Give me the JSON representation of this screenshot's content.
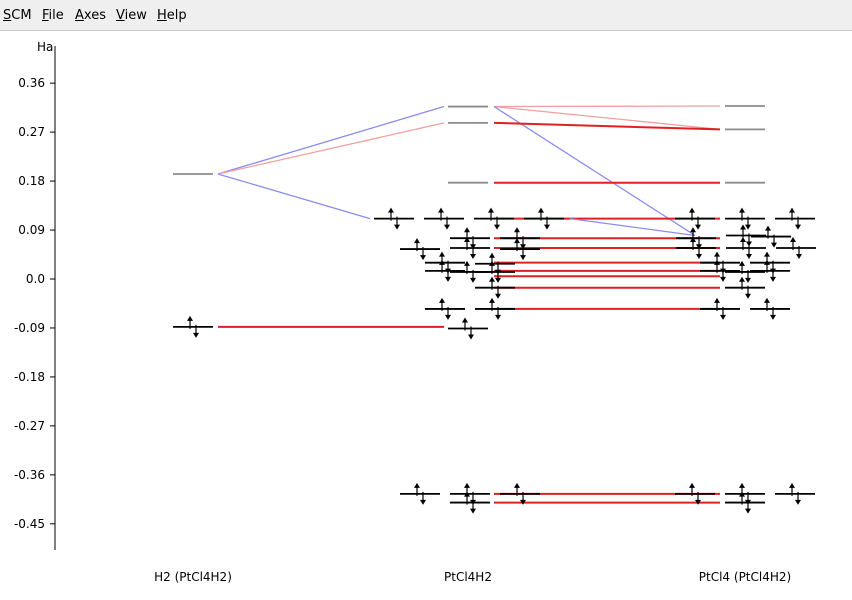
{
  "menu": [
    {
      "label": "SCM",
      "underline": "S"
    },
    {
      "label": "File",
      "underline": "F"
    },
    {
      "label": "Axes",
      "underline": "A"
    },
    {
      "label": "View",
      "underline": "V"
    },
    {
      "label": "Help",
      "underline": "H"
    }
  ],
  "chart_data": {
    "type": "orbital-correlation-diagram",
    "unit_label": "Ha",
    "y_ticks": [
      "0.36",
      "0.27",
      "0.18",
      "0.09",
      "0.0",
      "-0.09",
      "-0.18",
      "-0.27",
      "-0.36",
      "-0.45"
    ],
    "columns": [
      "H2 (PtCl4H2)",
      "PtCl4H2",
      "PtCl4 (PtCl4H2)"
    ],
    "colors": {
      "occupied": "#000000",
      "virtual": "#8c8c8c",
      "corr_strong": "#e02020",
      "corr_weak": "#f0a0a0",
      "corr_blue": "#8c8cee"
    },
    "levels": {
      "h2": [
        {
          "energy": 0.193,
          "occ": false
        },
        {
          "energy": -0.088,
          "occ": true
        }
      ],
      "center": [
        {
          "energy": 0.317,
          "occ": false
        },
        {
          "energy": 0.287,
          "occ": false
        },
        {
          "energy": 0.177,
          "occ": false
        },
        {
          "energy": 0.111,
          "occ": true
        },
        {
          "energy": 0.111,
          "occ": true
        },
        {
          "energy": 0.111,
          "occ": true
        },
        {
          "energy": 0.111,
          "occ": true
        },
        {
          "energy": 0.075,
          "occ": true
        },
        {
          "energy": 0.075,
          "occ": true
        },
        {
          "energy": 0.055,
          "occ": true
        },
        {
          "energy": 0.057,
          "occ": true
        },
        {
          "energy": 0.055,
          "occ": true
        },
        {
          "energy": 0.03,
          "occ": true
        },
        {
          "energy": 0.028,
          "occ": true
        },
        {
          "energy": 0.015,
          "occ": true
        },
        {
          "energy": 0.013,
          "occ": true
        },
        {
          "energy": 0.013,
          "occ": true
        },
        {
          "energy": -0.016,
          "occ": true
        },
        {
          "energy": -0.055,
          "occ": true
        },
        {
          "energy": -0.055,
          "occ": true
        },
        {
          "energy": -0.091,
          "occ": true
        },
        {
          "energy": -0.395,
          "occ": true
        },
        {
          "energy": -0.395,
          "occ": true
        },
        {
          "energy": -0.395,
          "occ": true
        },
        {
          "energy": -0.411,
          "occ": true
        }
      ],
      "ptcl4": [
        {
          "energy": 0.318,
          "occ": false
        },
        {
          "energy": 0.275,
          "occ": false
        },
        {
          "energy": 0.177,
          "occ": false
        },
        {
          "energy": 0.111,
          "occ": true
        },
        {
          "energy": 0.111,
          "occ": true
        },
        {
          "energy": 0.111,
          "occ": true
        },
        {
          "energy": 0.075,
          "occ": true
        },
        {
          "energy": 0.08,
          "occ": true
        },
        {
          "energy": 0.078,
          "occ": true
        },
        {
          "energy": 0.057,
          "occ": true
        },
        {
          "energy": 0.057,
          "occ": true
        },
        {
          "energy": 0.057,
          "occ": true
        },
        {
          "energy": 0.03,
          "occ": true
        },
        {
          "energy": 0.03,
          "occ": true
        },
        {
          "energy": 0.015,
          "occ": true
        },
        {
          "energy": 0.015,
          "occ": true
        },
        {
          "energy": 0.013,
          "occ": true
        },
        {
          "energy": -0.016,
          "occ": true
        },
        {
          "energy": -0.055,
          "occ": true
        },
        {
          "energy": -0.055,
          "occ": true
        },
        {
          "energy": -0.395,
          "occ": true
        },
        {
          "energy": -0.395,
          "occ": true
        },
        {
          "energy": -0.395,
          "occ": true
        },
        {
          "energy": -0.411,
          "occ": true
        }
      ]
    },
    "correlations": [
      {
        "from": "h2",
        "e1": 0.193,
        "to": "center",
        "e2": 0.317,
        "color": "corr_blue"
      },
      {
        "from": "h2",
        "e1": 0.193,
        "to": "center",
        "e2": 0.287,
        "color": "corr_weak"
      },
      {
        "from": "h2",
        "e1": 0.193,
        "to": "center",
        "e2": 0.111,
        "color": "corr_blue"
      },
      {
        "from": "h2",
        "e1": -0.088,
        "to": "center",
        "e2": -0.088,
        "color": "corr_strong"
      },
      {
        "from": "center",
        "e1": 0.317,
        "to": "ptcl4",
        "e2": 0.318,
        "color": "corr_weak"
      },
      {
        "from": "center",
        "e1": 0.317,
        "to": "ptcl4",
        "e2": 0.275,
        "color": "corr_weak"
      },
      {
        "from": "center",
        "e1": 0.317,
        "to": "ptcl4",
        "e2": 0.08,
        "color": "corr_blue"
      },
      {
        "from": "center",
        "e1": 0.287,
        "to": "ptcl4",
        "e2": 0.275,
        "color": "corr_strong"
      },
      {
        "from": "center",
        "e1": 0.177,
        "to": "ptcl4",
        "e2": 0.177,
        "color": "corr_strong"
      },
      {
        "from": "center",
        "e1": 0.111,
        "to": "ptcl4",
        "e2": 0.111,
        "color": "corr_strong"
      },
      {
        "from": "center",
        "e1": 0.111,
        "to": "ptcl4",
        "e2": 0.08,
        "color": "corr_blue"
      },
      {
        "from": "center",
        "e1": 0.075,
        "to": "ptcl4",
        "e2": 0.075,
        "color": "corr_strong"
      },
      {
        "from": "center",
        "e1": 0.057,
        "to": "ptcl4",
        "e2": 0.057,
        "color": "corr_strong"
      },
      {
        "from": "center",
        "e1": 0.03,
        "to": "ptcl4",
        "e2": 0.03,
        "color": "corr_strong"
      },
      {
        "from": "center",
        "e1": 0.015,
        "to": "ptcl4",
        "e2": 0.015,
        "color": "corr_strong"
      },
      {
        "from": "center",
        "e1": 0.005,
        "to": "ptcl4",
        "e2": 0.005,
        "color": "corr_strong"
      },
      {
        "from": "center",
        "e1": -0.016,
        "to": "ptcl4",
        "e2": -0.016,
        "color": "corr_strong"
      },
      {
        "from": "center",
        "e1": -0.055,
        "to": "ptcl4",
        "e2": -0.055,
        "color": "corr_strong"
      },
      {
        "from": "center",
        "e1": -0.395,
        "to": "ptcl4",
        "e2": -0.395,
        "color": "corr_strong"
      },
      {
        "from": "center",
        "e1": -0.411,
        "to": "ptcl4",
        "e2": -0.411,
        "color": "corr_strong"
      }
    ]
  }
}
